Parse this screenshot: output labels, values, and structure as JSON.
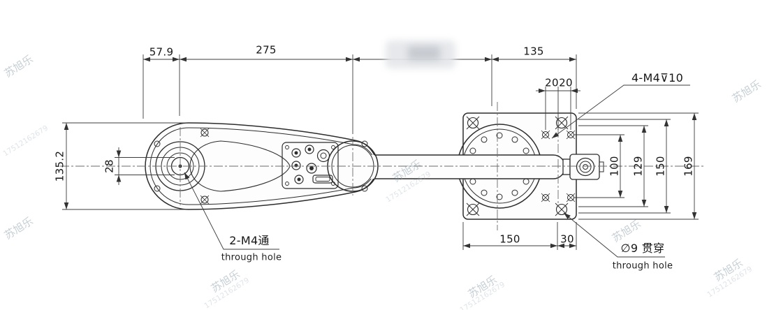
{
  "watermark": {
    "brand": "苏旭乐",
    "number": "17512162679"
  },
  "dims": {
    "top_left": "57.9",
    "top_mid": "275",
    "top_right": "135",
    "offset_left": "20",
    "offset_right": "20",
    "body_height": "135.2",
    "hub_bore": "28",
    "hole_span": "100",
    "plate_inner": "129",
    "ear_span": "150",
    "plate_height": "169",
    "base_width": "150",
    "edge_offset": "30"
  },
  "callouts": {
    "top_tapped": "4-M4⊽10",
    "left_tapped": "2-M4通",
    "left_tapped_note": "through hole",
    "through_hole": "∅9 贯穿",
    "through_hole_note": "through hole"
  }
}
